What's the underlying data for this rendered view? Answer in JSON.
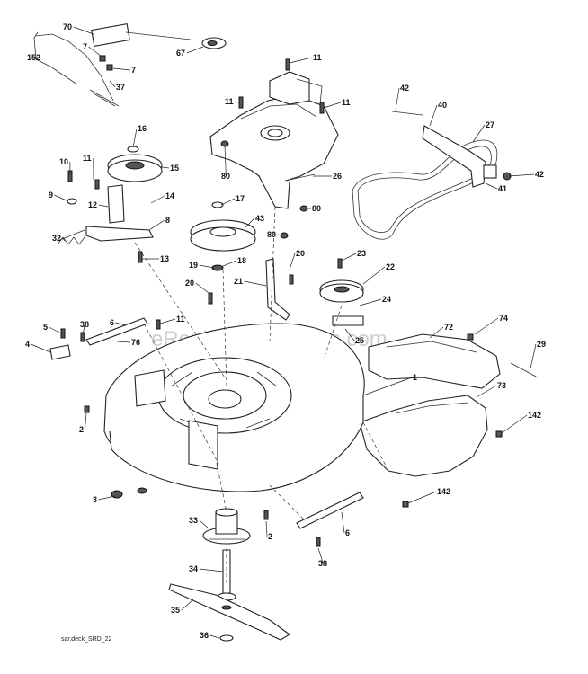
{
  "diagram": {
    "watermark": "eReplacementParts.com",
    "diagram_code": "sar.deck_SRD_22",
    "callouts": [
      {
        "id": "70",
        "label": "70"
      },
      {
        "id": "7a",
        "label": "7"
      },
      {
        "id": "7b",
        "label": "7"
      },
      {
        "id": "152",
        "label": "152"
      },
      {
        "id": "37",
        "label": "37"
      },
      {
        "id": "67",
        "label": "67"
      },
      {
        "id": "11a",
        "label": "11"
      },
      {
        "id": "11b",
        "label": "11"
      },
      {
        "id": "11c",
        "label": "11"
      },
      {
        "id": "42a",
        "label": "42"
      },
      {
        "id": "40",
        "label": "40"
      },
      {
        "id": "27",
        "label": "27"
      },
      {
        "id": "42b",
        "label": "42"
      },
      {
        "id": "41",
        "label": "41"
      },
      {
        "id": "16",
        "label": "16"
      },
      {
        "id": "15",
        "label": "15"
      },
      {
        "id": "10",
        "label": "10"
      },
      {
        "id": "11d",
        "label": "11"
      },
      {
        "id": "9",
        "label": "9"
      },
      {
        "id": "12",
        "label": "12"
      },
      {
        "id": "14",
        "label": "14"
      },
      {
        "id": "8",
        "label": "8"
      },
      {
        "id": "32",
        "label": "32"
      },
      {
        "id": "13",
        "label": "13"
      },
      {
        "id": "80a",
        "label": "80"
      },
      {
        "id": "26",
        "label": "26"
      },
      {
        "id": "80b",
        "label": "80"
      },
      {
        "id": "17",
        "label": "17"
      },
      {
        "id": "43",
        "label": "43"
      },
      {
        "id": "80c",
        "label": "80"
      },
      {
        "id": "23",
        "label": "23"
      },
      {
        "id": "22",
        "label": "22"
      },
      {
        "id": "20a",
        "label": "20"
      },
      {
        "id": "19",
        "label": "19"
      },
      {
        "id": "18",
        "label": "18"
      },
      {
        "id": "21",
        "label": "21"
      },
      {
        "id": "20b",
        "label": "20"
      },
      {
        "id": "24",
        "label": "24"
      },
      {
        "id": "5",
        "label": "5"
      },
      {
        "id": "38a",
        "label": "38"
      },
      {
        "id": "6a",
        "label": "6"
      },
      {
        "id": "11e",
        "label": "11"
      },
      {
        "id": "4",
        "label": "4"
      },
      {
        "id": "76",
        "label": "76"
      },
      {
        "id": "25",
        "label": "25"
      },
      {
        "id": "72",
        "label": "72"
      },
      {
        "id": "74",
        "label": "74"
      },
      {
        "id": "29",
        "label": "29"
      },
      {
        "id": "1",
        "label": "1"
      },
      {
        "id": "73",
        "label": "73"
      },
      {
        "id": "142a",
        "label": "142"
      },
      {
        "id": "2a",
        "label": "2"
      },
      {
        "id": "3",
        "label": "3"
      },
      {
        "id": "142b",
        "label": "142"
      },
      {
        "id": "33",
        "label": "33"
      },
      {
        "id": "2b",
        "label": "2"
      },
      {
        "id": "6b",
        "label": "6"
      },
      {
        "id": "38b",
        "label": "38"
      },
      {
        "id": "34",
        "label": "34"
      },
      {
        "id": "35",
        "label": "35"
      },
      {
        "id": "36",
        "label": "36"
      }
    ]
  }
}
